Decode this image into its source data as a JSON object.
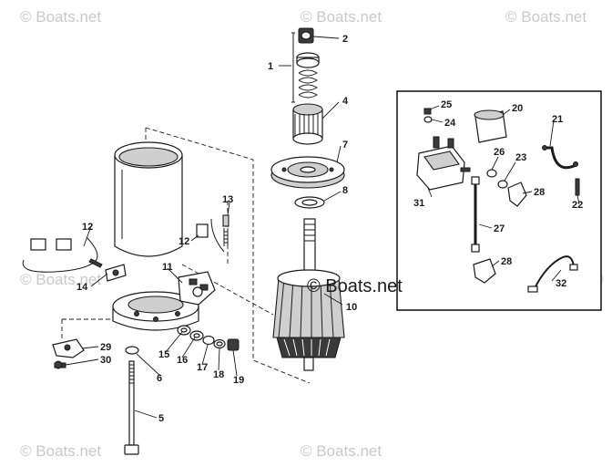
{
  "watermarks": [
    "© Boats.net",
    "© Boats.net",
    "© Boats.net",
    "© Boats.net",
    "© Boats.net",
    "© Boats.net",
    "©"
  ],
  "center_watermark": "© Boats.net",
  "callouts": {
    "c1": "1",
    "c2": "2",
    "c4": "4",
    "c5": "5",
    "c6": "6",
    "c7": "7",
    "c8": "8",
    "c10": "10",
    "c11": "11",
    "c12a": "12",
    "c12b": "12",
    "c13": "13",
    "c14": "14",
    "c15": "15",
    "c16": "16",
    "c17": "17",
    "c18": "18",
    "c19": "19",
    "c20": "20",
    "c21": "21",
    "c22": "22",
    "c23": "23",
    "c24": "24",
    "c25": "25",
    "c26": "26",
    "c27": "27",
    "c28a": "28",
    "c28b": "28",
    "c29": "29",
    "c30": "30",
    "c31": "31",
    "c32": "32"
  }
}
